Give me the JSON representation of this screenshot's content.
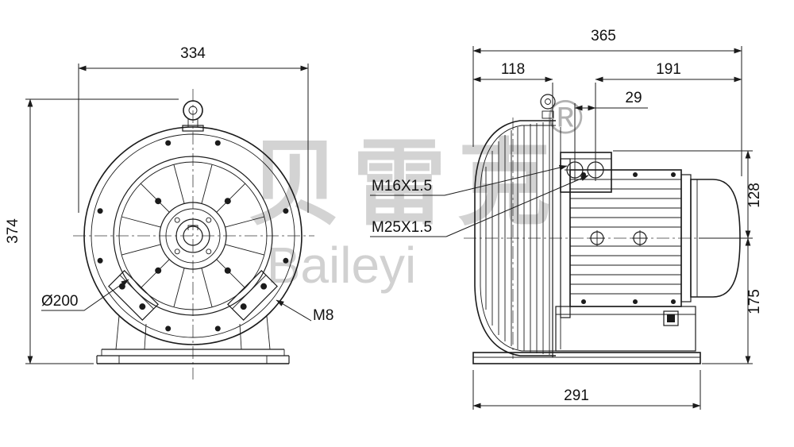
{
  "watermark": {
    "cjk": "贝雷克",
    "latin": "Baileyi",
    "registered": "®"
  },
  "front_view": {
    "dim_width": "334",
    "dim_height": "374",
    "label_flange_diameter": "Ø200",
    "label_foot_bolt": "M8"
  },
  "side_view": {
    "dim_total_width": "365",
    "dim_housing_depth": "118",
    "dim_motor_length": "191",
    "dim_gland_spacing": "29",
    "dim_height_upper": "128",
    "dim_height_lower": "175",
    "dim_base_length": "291",
    "label_cable_gland_small": "M16X1.5",
    "label_cable_gland_large": "M25X1.5"
  }
}
